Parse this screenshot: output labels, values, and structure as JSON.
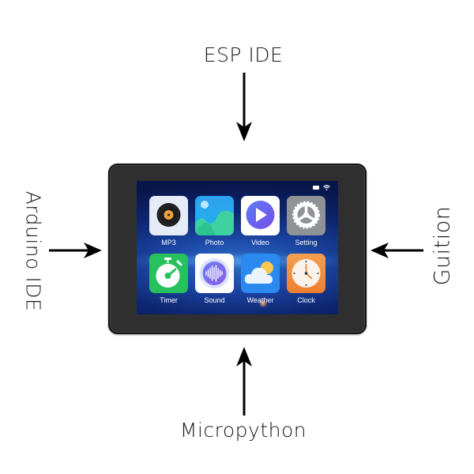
{
  "labels": {
    "top": "ESP IDE",
    "bottom": "Micropython",
    "left": "Arduino IDE",
    "right": "Guition"
  },
  "arrows": {
    "top": {
      "direction": "down",
      "color": "#000000"
    },
    "bottom": {
      "direction": "up",
      "color": "#000000"
    },
    "left": {
      "direction": "right",
      "color": "#000000"
    },
    "right": {
      "direction": "left",
      "color": "#000000"
    }
  },
  "device": {
    "frame_color": "#2f2f2f",
    "status_bar": {
      "icons": [
        "battery-icon",
        "wifi-icon"
      ]
    },
    "apps": [
      {
        "label": "MP3",
        "icon": "vinyl-record-icon",
        "color": "#e6ecf7"
      },
      {
        "label": "Photo",
        "icon": "landscape-photo-icon",
        "color": "#2ea0f0"
      },
      {
        "label": "Video",
        "icon": "play-icon",
        "color": "#ffffff"
      },
      {
        "label": "Setting",
        "icon": "gear-icon",
        "color": "#8f9398"
      },
      {
        "label": "Timer",
        "icon": "stopwatch-icon",
        "color": "#27c25e"
      },
      {
        "label": "Sound",
        "icon": "sound-wave-icon",
        "color": "#ffffff"
      },
      {
        "label": "Weather",
        "icon": "cloud-sun-icon",
        "color": "#2a8af0"
      },
      {
        "label": "Clock",
        "icon": "clock-icon",
        "color": "#f08a3a"
      }
    ]
  }
}
